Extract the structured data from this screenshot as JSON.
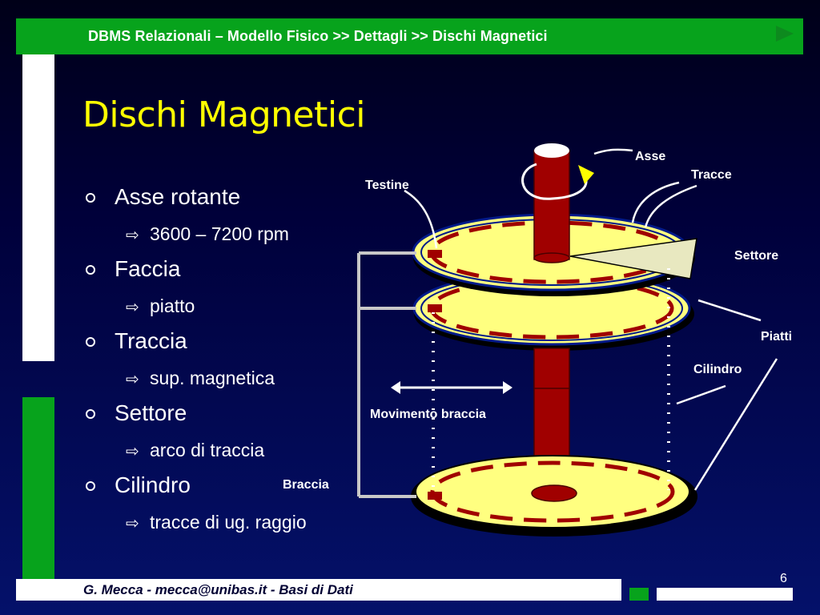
{
  "header": {
    "breadcrumb": "DBMS Relazionali – Modello Fisico >> Dettagli >> Dischi Magnetici"
  },
  "slide": {
    "title": "Dischi Magnetici",
    "bullets": [
      {
        "label": "Asse rotante",
        "sub": "3600 – 7200 rpm"
      },
      {
        "label": "Faccia",
        "sub": "piatto"
      },
      {
        "label": "Traccia",
        "sub": "sup. magnetica"
      },
      {
        "label": "Settore",
        "sub": "arco di traccia"
      },
      {
        "label": "Cilindro",
        "sub": "tracce di ug. raggio"
      }
    ]
  },
  "diagram": {
    "labels": {
      "asse": "Asse",
      "tracce": "Tracce",
      "testine": "Testine",
      "settore": "Settore",
      "piatti": "Piatti",
      "cilindro": "Cilindro",
      "movimento": "Movimento braccia",
      "braccia": "Braccia"
    }
  },
  "footer": {
    "text": "G. Mecca - mecca@unibas.it - Basi di Dati",
    "page": "6"
  },
  "colors": {
    "header_green": "#07a31c",
    "title_yellow": "#ffff00",
    "platter": "#ffff80",
    "spindle": "#a00000",
    "track": "#a00000",
    "background": "#040d5c"
  },
  "icons": {
    "next": "play-triangle-icon",
    "bullet": "circle-bullet-icon",
    "sub_bullet": "hollow-arrow-right-icon"
  }
}
